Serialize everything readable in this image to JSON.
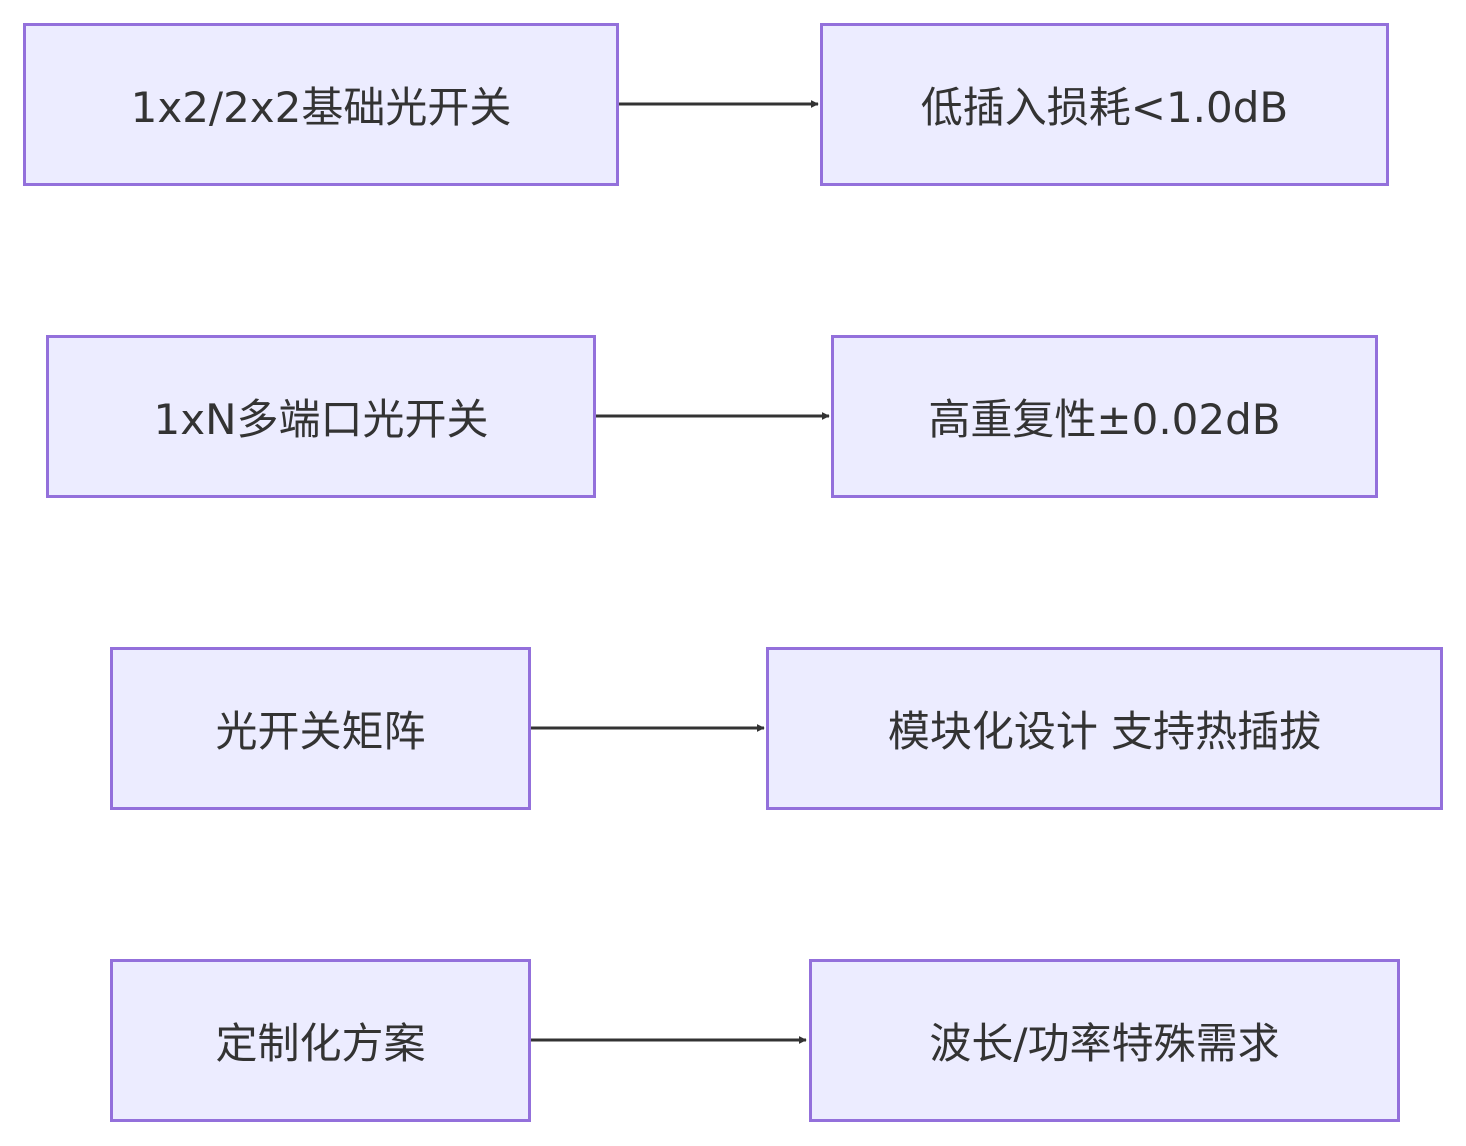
{
  "diagram": {
    "rows": [
      {
        "source": "1x2/2x2基础光开关",
        "target": "低插入损耗<1.0dB"
      },
      {
        "source": "1xN多端口光开关",
        "target": "高重复性±0.02dB"
      },
      {
        "source": "光开关矩阵",
        "target": "模块化设计 支持热插拔"
      },
      {
        "source": "定制化方案",
        "target": "波长/功率特殊需求"
      }
    ]
  },
  "colors": {
    "node_fill": "#ececff",
    "node_border": "#9370db",
    "text": "#333333",
    "edge": "#333333"
  }
}
